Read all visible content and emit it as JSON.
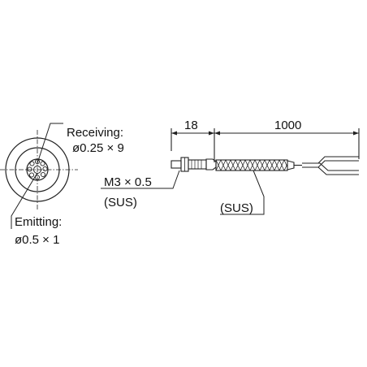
{
  "diagram": {
    "front_view": {
      "receiving_label": "Receiving:",
      "receiving_spec": "ø0.25 × 9",
      "emitting_label": "Emitting:",
      "emitting_spec": "ø0.5 × 1"
    },
    "side_view": {
      "dim_head": "18",
      "dim_cable": "1000",
      "thread_label": "M3 × 0.5",
      "thread_material": "(SUS)",
      "sleeve_material": "(SUS)"
    },
    "colors": {
      "line": "#222222",
      "background": "#ffffff"
    }
  }
}
